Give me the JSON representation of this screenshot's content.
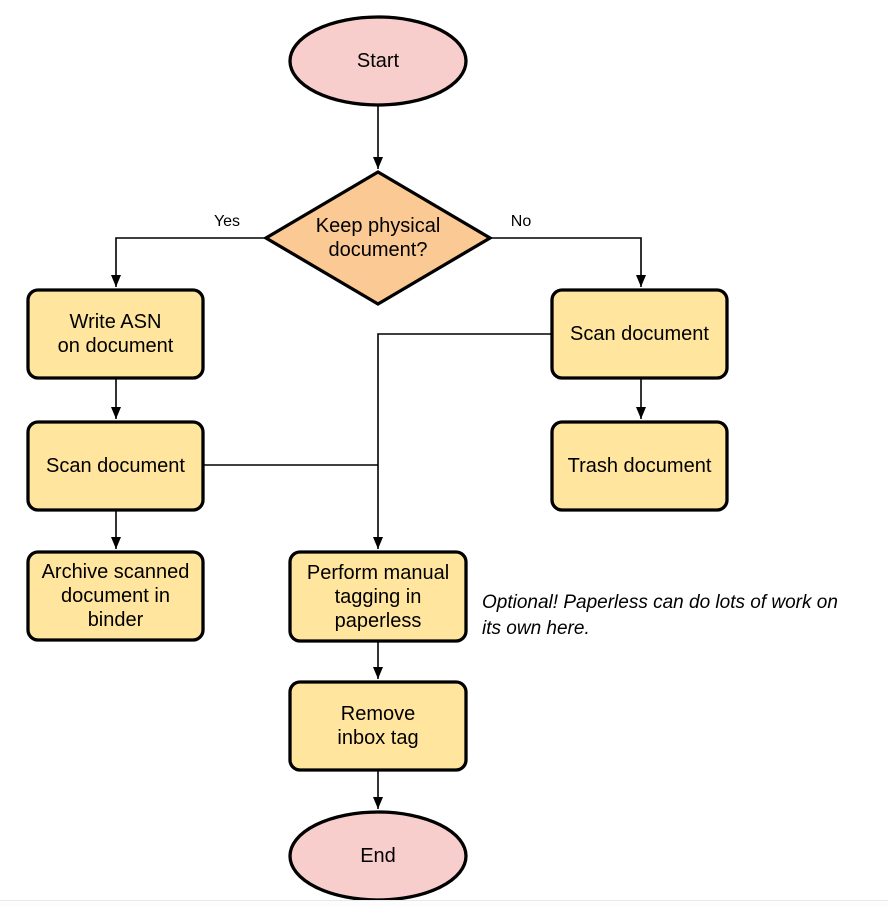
{
  "diagram": {
    "colors": {
      "terminator_fill": "#F8CECC",
      "decision_fill": "#FBC993",
      "process_fill": "#FFE59D",
      "stroke": "#000000"
    },
    "nodes": {
      "start": {
        "label": "Start"
      },
      "decision": {
        "label": "Keep physical\ndocument?"
      },
      "write_asn": {
        "label": "Write ASN\non document"
      },
      "scan_left": {
        "label": "Scan document"
      },
      "archive": {
        "label": "Archive scanned\ndocument in\nbinder"
      },
      "scan_right": {
        "label": "Scan document"
      },
      "trash": {
        "label": "Trash document"
      },
      "tagging": {
        "label": "Perform manual\ntagging in\npaperless"
      },
      "remove_inbox": {
        "label": "Remove\ninbox tag"
      },
      "end": {
        "label": "End"
      }
    },
    "edge_labels": {
      "yes": "Yes",
      "no": "No"
    },
    "note": "Optional! Paperless can do lots of work on\nits own here."
  }
}
